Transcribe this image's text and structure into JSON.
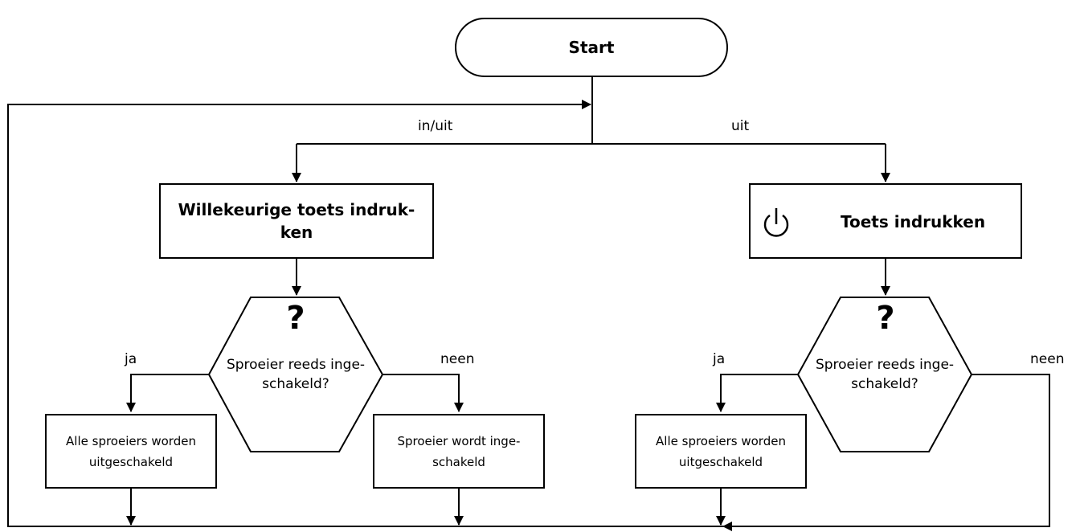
{
  "start": {
    "label": "Start"
  },
  "branches": {
    "left_label": "in/uit",
    "right_label": "uit"
  },
  "left": {
    "action": "Willekeurige toets indruk-ken",
    "decision": {
      "symbol": "?",
      "text": "Sproeier reeds inge-schakeld?"
    },
    "yes_label": "ja",
    "no_label": "neen",
    "yes_result": "Alle sproeiers worden uitgeschakeld",
    "no_result": "Sproeier wordt inge-schakeld"
  },
  "right": {
    "icon": "power-icon",
    "action": "Toets indrukken",
    "decision": {
      "symbol": "?",
      "text": "Sproeier reeds inge-schakeld?"
    },
    "yes_label": "ja",
    "no_label": "neen",
    "yes_result": "Alle sproeiers worden uitgeschakeld"
  }
}
